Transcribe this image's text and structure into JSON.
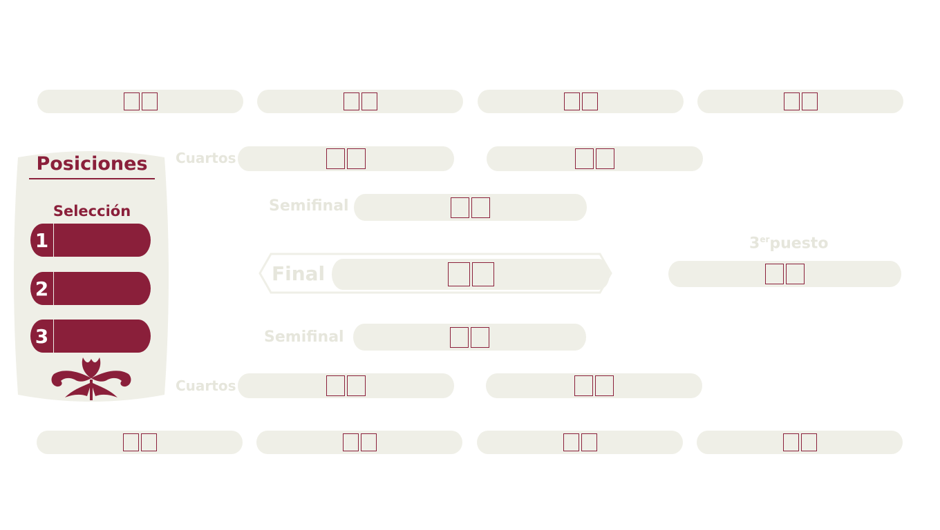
{
  "positions_panel": {
    "title": "Posiciones",
    "subtitle": "Selección",
    "slots": [
      "1",
      "2",
      "3"
    ],
    "accent_color": "#8a1f3a",
    "panel_color": "#efefe7"
  },
  "rounds": {
    "quarterfinal_top_label": "Cuartos",
    "quarterfinal_bottom_label": "Cuartos",
    "semifinal_top_label": "Semifinal",
    "semifinal_bottom_label": "Semifinal",
    "final_label": "Final",
    "third_place": {
      "number": "3",
      "suffix": "er",
      "word": "puesto"
    }
  },
  "icons": [
    "flower-ornament-icon"
  ]
}
